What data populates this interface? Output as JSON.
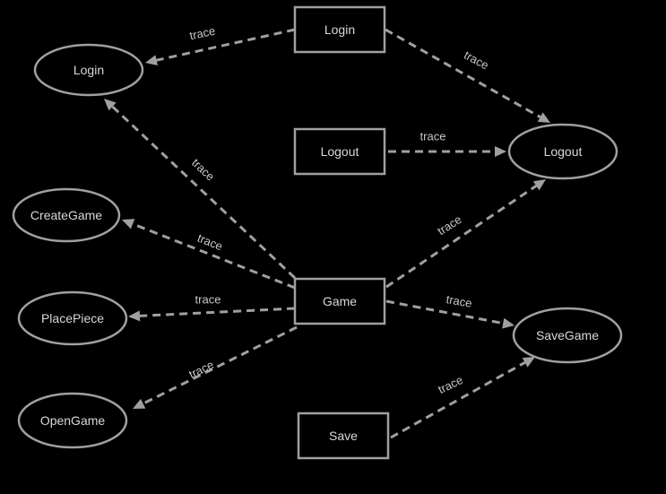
{
  "diagram": {
    "nodes": [
      {
        "id": "login_comp",
        "shape": "rect",
        "label": "Login"
      },
      {
        "id": "logout_comp",
        "shape": "rect",
        "label": "Logout"
      },
      {
        "id": "game_comp",
        "shape": "rect",
        "label": "Game"
      },
      {
        "id": "save_comp",
        "shape": "rect",
        "label": "Save"
      },
      {
        "id": "login_uc",
        "shape": "ellipse",
        "label": "Login"
      },
      {
        "id": "creategame_uc",
        "shape": "ellipse",
        "label": "CreateGame"
      },
      {
        "id": "placepiece_uc",
        "shape": "ellipse",
        "label": "PlacePiece"
      },
      {
        "id": "opengame_uc",
        "shape": "ellipse",
        "label": "OpenGame"
      },
      {
        "id": "logout_uc",
        "shape": "ellipse",
        "label": "Logout"
      },
      {
        "id": "savegame_uc",
        "shape": "ellipse",
        "label": "SaveGame"
      }
    ],
    "edges": [
      {
        "from": "login_comp",
        "to": "login_uc",
        "label": "trace"
      },
      {
        "from": "login_comp",
        "to": "logout_uc",
        "label": "trace"
      },
      {
        "from": "logout_comp",
        "to": "logout_uc",
        "label": "trace"
      },
      {
        "from": "game_comp",
        "to": "login_uc",
        "label": "trace"
      },
      {
        "from": "game_comp",
        "to": "creategame_uc",
        "label": "trace"
      },
      {
        "from": "game_comp",
        "to": "placepiece_uc",
        "label": "trace"
      },
      {
        "from": "game_comp",
        "to": "opengame_uc",
        "label": "trace"
      },
      {
        "from": "game_comp",
        "to": "logout_uc",
        "label": "trace"
      },
      {
        "from": "game_comp",
        "to": "savegame_uc",
        "label": "trace"
      },
      {
        "from": "save_comp",
        "to": "savegame_uc",
        "label": "trace"
      }
    ],
    "colors": {
      "background": "#000000",
      "stroke": "#a0a0a0",
      "text": "#d8d8d8"
    }
  }
}
